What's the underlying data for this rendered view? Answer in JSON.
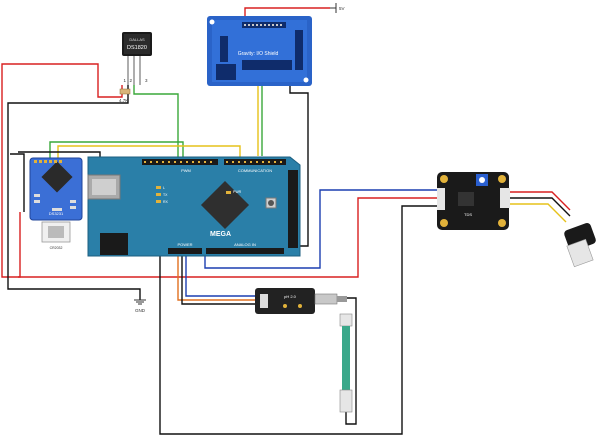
{
  "colors": {
    "wire_red": "#d92020",
    "wire_black": "#111111",
    "wire_green": "#3aa83a",
    "wire_yellow": "#e6c21a",
    "wire_blue": "#1c3fb0",
    "wire_orange": "#e07020",
    "mega_board": "#2a7fa8",
    "shield_board": "#2a63c8",
    "dfrobot_pcb": "#222222",
    "rtc_board": "#3b6fd6"
  },
  "sensor": {
    "maker": "DALLAS",
    "model": "DS1820",
    "pins": [
      "1",
      "2",
      "3"
    ],
    "resistor_label": "4.7K"
  },
  "shield": {
    "label": "Gravity: I/O Shield"
  },
  "mega": {
    "name": "MEGA",
    "section_pwm": "PWM",
    "section_comm": "COMMUNICATION",
    "section_analog": "ANALOG IN",
    "section_power": "POWER",
    "pwr_label": "PWR",
    "tx_label": "TX",
    "rx_label": "RX",
    "l_label": "L"
  },
  "rtc": {
    "label": "DS3231"
  },
  "battery": {
    "label": "CR2032"
  },
  "ground": {
    "label": "GND"
  },
  "power": {
    "label": "5V"
  },
  "ph_board": {
    "label": "pH 2.0"
  },
  "tds_board": {
    "label": "TDS"
  }
}
